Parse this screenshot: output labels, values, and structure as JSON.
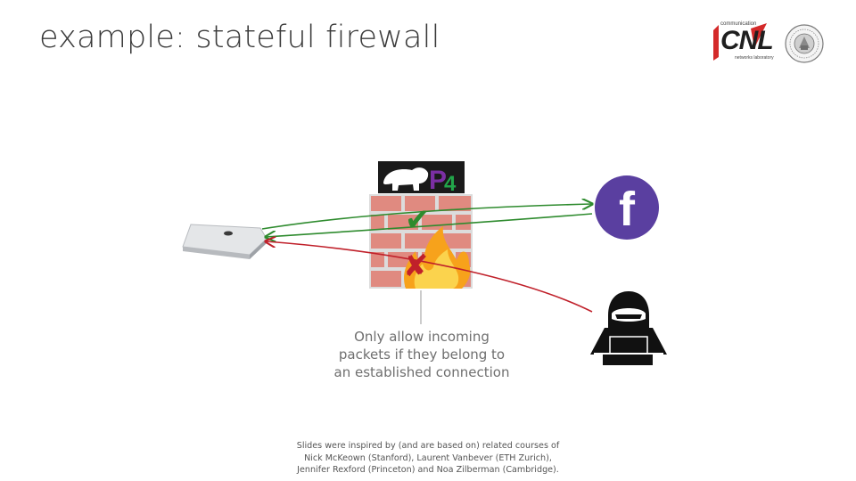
{
  "slide": {
    "title": "example: stateful firewall",
    "callout_lines": [
      "Only allow incoming",
      "packets if they belong to",
      "an established connection"
    ],
    "footer_lines": [
      "Slides were inspired by (and are based on) related courses of",
      "Nick McKeown (Stanford), Laurent Vanbever (ETH Zurich),",
      "Jennifer Rexford (Princeton) and Noa Zilberman (Cambridge)."
    ]
  },
  "logos": {
    "cnl_name": "CNL",
    "cnl_top": "communication",
    "cnl_bottom": "networks laboratory"
  },
  "badges": {
    "p4_label": "P4",
    "facebook_glyph": "f",
    "allow_mark": "✔",
    "deny_mark": "✘"
  },
  "colors": {
    "allow_green": "#2e8b2e",
    "deny_red": "#c0202a",
    "facebook_purple": "#5a3fa0",
    "brick": "#e08a80",
    "p4_green": "#22a64a",
    "p4_purple": "#7b2fa3"
  },
  "icons": {
    "client": "mac-mini-icon",
    "server": "facebook-icon",
    "attacker": "hacker-icon",
    "firewall": "firewall-icon",
    "p4": "p4-logo-icon"
  }
}
